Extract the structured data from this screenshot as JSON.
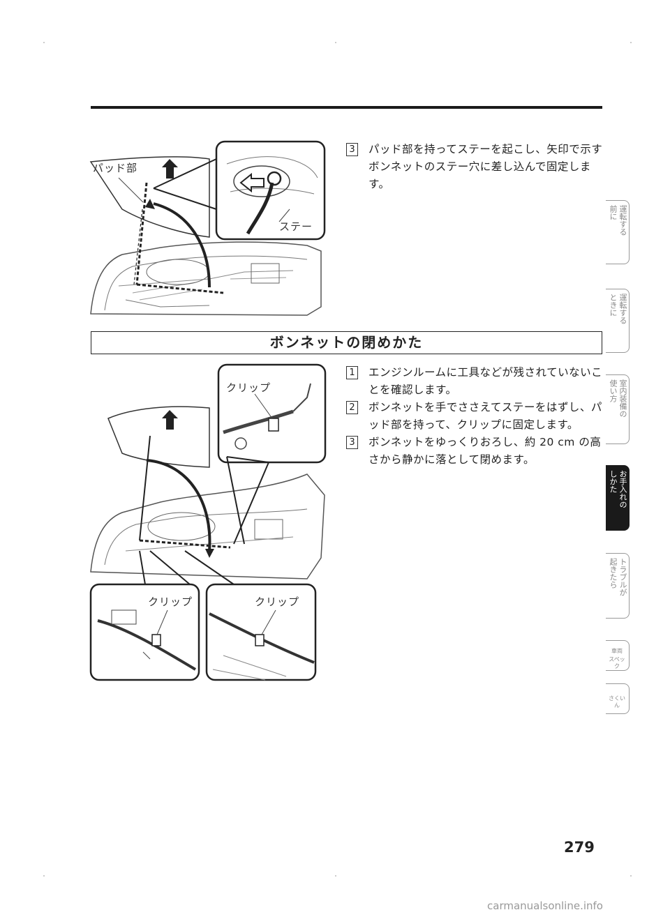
{
  "section_top": {
    "step3": {
      "num": "3",
      "text": "パッド部を持ってステーを起こし、矢印で示すボンネットのステー穴に差し込んで固定します。"
    },
    "labels": {
      "pad": "パッド部",
      "stay": "ステー"
    }
  },
  "section_close": {
    "heading": "ボンネットの閉めかた",
    "steps": [
      {
        "num": "1",
        "text": "エンジンルームに工具などが残されていないことを確認します。"
      },
      {
        "num": "2",
        "text": "ボンネットを手でささえてステーをはずし、パッド部を持って、クリップに固定します。"
      },
      {
        "num": "3",
        "text": "ボンネットをゆっくりおろし、約 20 cm の高さから静かに落として閉めます。"
      }
    ],
    "labels": {
      "clip_top": "クリップ",
      "clip_left": "クリップ",
      "clip_right": "クリップ"
    }
  },
  "side_tabs": [
    {
      "col1": "前に",
      "col2": "運転する",
      "active": false
    },
    {
      "col1": "ときに",
      "col2": "運転する",
      "active": false
    },
    {
      "col1": "使い方",
      "col2": "室内装備の",
      "active": false
    },
    {
      "col1": "しかた",
      "col2": "お手入れの",
      "active": true
    },
    {
      "col1": "起きたら",
      "col2": "トラブルが",
      "active": false
    },
    {
      "col1": "車両",
      "col2": "スペック",
      "active": false
    },
    {
      "col1": "さくいん",
      "col2": "",
      "active": false
    }
  ],
  "page_number": "279",
  "watermark": "carmanualsonline.info"
}
